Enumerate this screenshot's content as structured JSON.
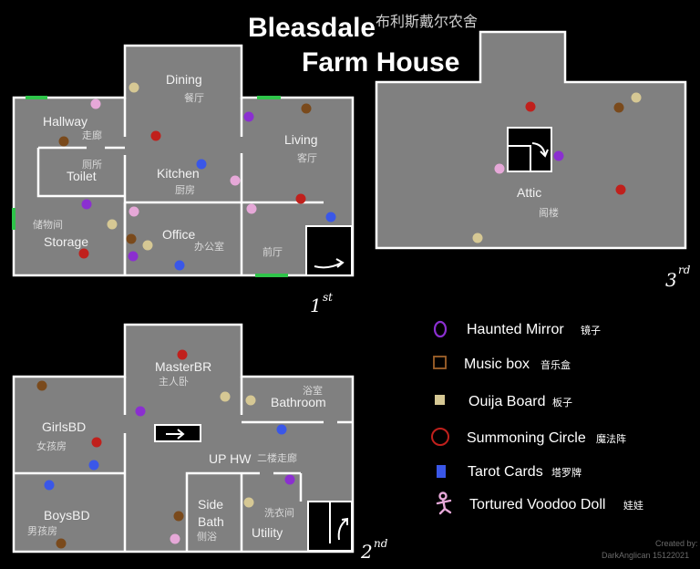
{
  "title": {
    "line1": "Bleasdale",
    "line2": "Farm House",
    "chinese": "布利斯戴尔农舍"
  },
  "floors": {
    "first": {
      "label": "1",
      "sup": "st"
    },
    "second": {
      "label": "2",
      "sup": "nd"
    },
    "third": {
      "label": "3",
      "sup": "rd"
    }
  },
  "rooms": {
    "dining": {
      "en": "Dining",
      "cn": "餐厅"
    },
    "hallway": {
      "en": "Hallway",
      "cn": "走廊"
    },
    "toilet": {
      "en": "Toilet",
      "cn": "厕所"
    },
    "kitchen": {
      "en": "Kitchen",
      "cn": "厨房"
    },
    "living": {
      "en": "Living",
      "cn": "客厅"
    },
    "storage": {
      "en": "Storage",
      "cn": "储物间"
    },
    "office": {
      "en": "Office",
      "cn": "办公室"
    },
    "foyer": {
      "cn": "前厅"
    },
    "attic": {
      "en": "Attic",
      "cn": "阁楼"
    },
    "masterbr": {
      "en": "MasterBR",
      "cn": "主人卧"
    },
    "bathroom": {
      "en": "Bathroom",
      "cn": "浴室"
    },
    "girlsbd": {
      "en": "GirlsBD",
      "cn": "女孩房"
    },
    "uphw": {
      "en": "UP HW",
      "cn": "二楼走廊"
    },
    "boysbd": {
      "en": "BoysBD",
      "cn": "男孩房"
    },
    "sidebath": {
      "en": "Side\nBath",
      "en1": "Side",
      "en2": "Bath",
      "cn": "侧浴"
    },
    "utility": {
      "en": "Utility",
      "cn": "洗衣间"
    }
  },
  "legend": [
    {
      "key": "mirror",
      "en": "Haunted Mirror",
      "cn": "镜子",
      "color": "#8b2fd0"
    },
    {
      "key": "musicbox",
      "en": "Music box",
      "cn": "音乐盒",
      "color": "#a0622a"
    },
    {
      "key": "ouija",
      "en": "Ouija Board",
      "cn": "板子",
      "color": "#d6c894"
    },
    {
      "key": "circle",
      "en": "Summoning Circle",
      "cn": "魔法阵",
      "color": "#c0201c"
    },
    {
      "key": "tarot",
      "en": "Tarot Cards",
      "cn": "塔罗牌",
      "color": "#3a57e8"
    },
    {
      "key": "voodoo",
      "en": "Tortured Voodoo Doll",
      "cn": "娃娃",
      "color": "#e6a8d8"
    }
  ],
  "colors": {
    "mirror": "#8b2fd0",
    "musicbox": "#7a4a1c",
    "ouija": "#d6c894",
    "circle": "#c0201c",
    "tarot": "#3a57e8",
    "voodoo": "#e6a8d8",
    "door": "#2fc44a",
    "floor": "#808080"
  },
  "credit": {
    "line1": "Created by:",
    "line2": "DarkAnglican 15122021"
  }
}
